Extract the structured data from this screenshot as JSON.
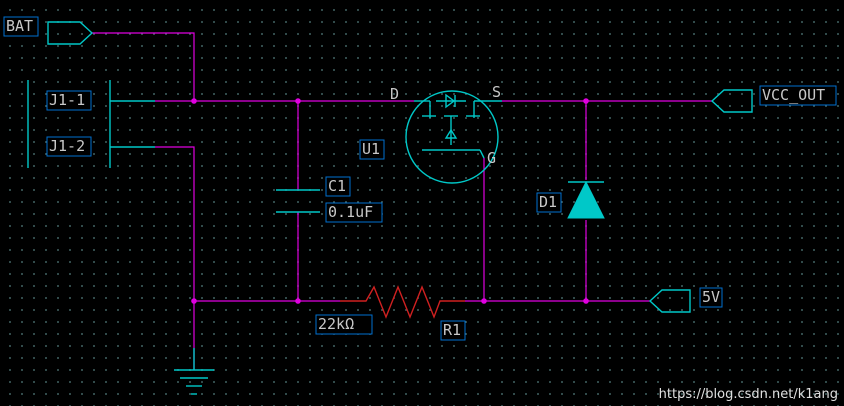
{
  "labels": {
    "bat": "BAT",
    "j1_1": "J1-1",
    "j1_2": "J1-2",
    "drain": "D",
    "source": "S",
    "gate": "G",
    "u1": "U1",
    "c1": "C1",
    "c1_value": "0.1uF",
    "d1": "D1",
    "vcc_out": "VCC_OUT",
    "r1": "R1",
    "r1_value": "22kΩ",
    "v5": "5V"
  },
  "watermark": "https://blog.csdn.net/k1ang",
  "colors": {
    "background": "#000000",
    "wire": "#e000e0",
    "component": "#00c8c8",
    "resistor": "#d02020",
    "label_text": "#c8c8c8",
    "label_border": "#0070d0"
  }
}
